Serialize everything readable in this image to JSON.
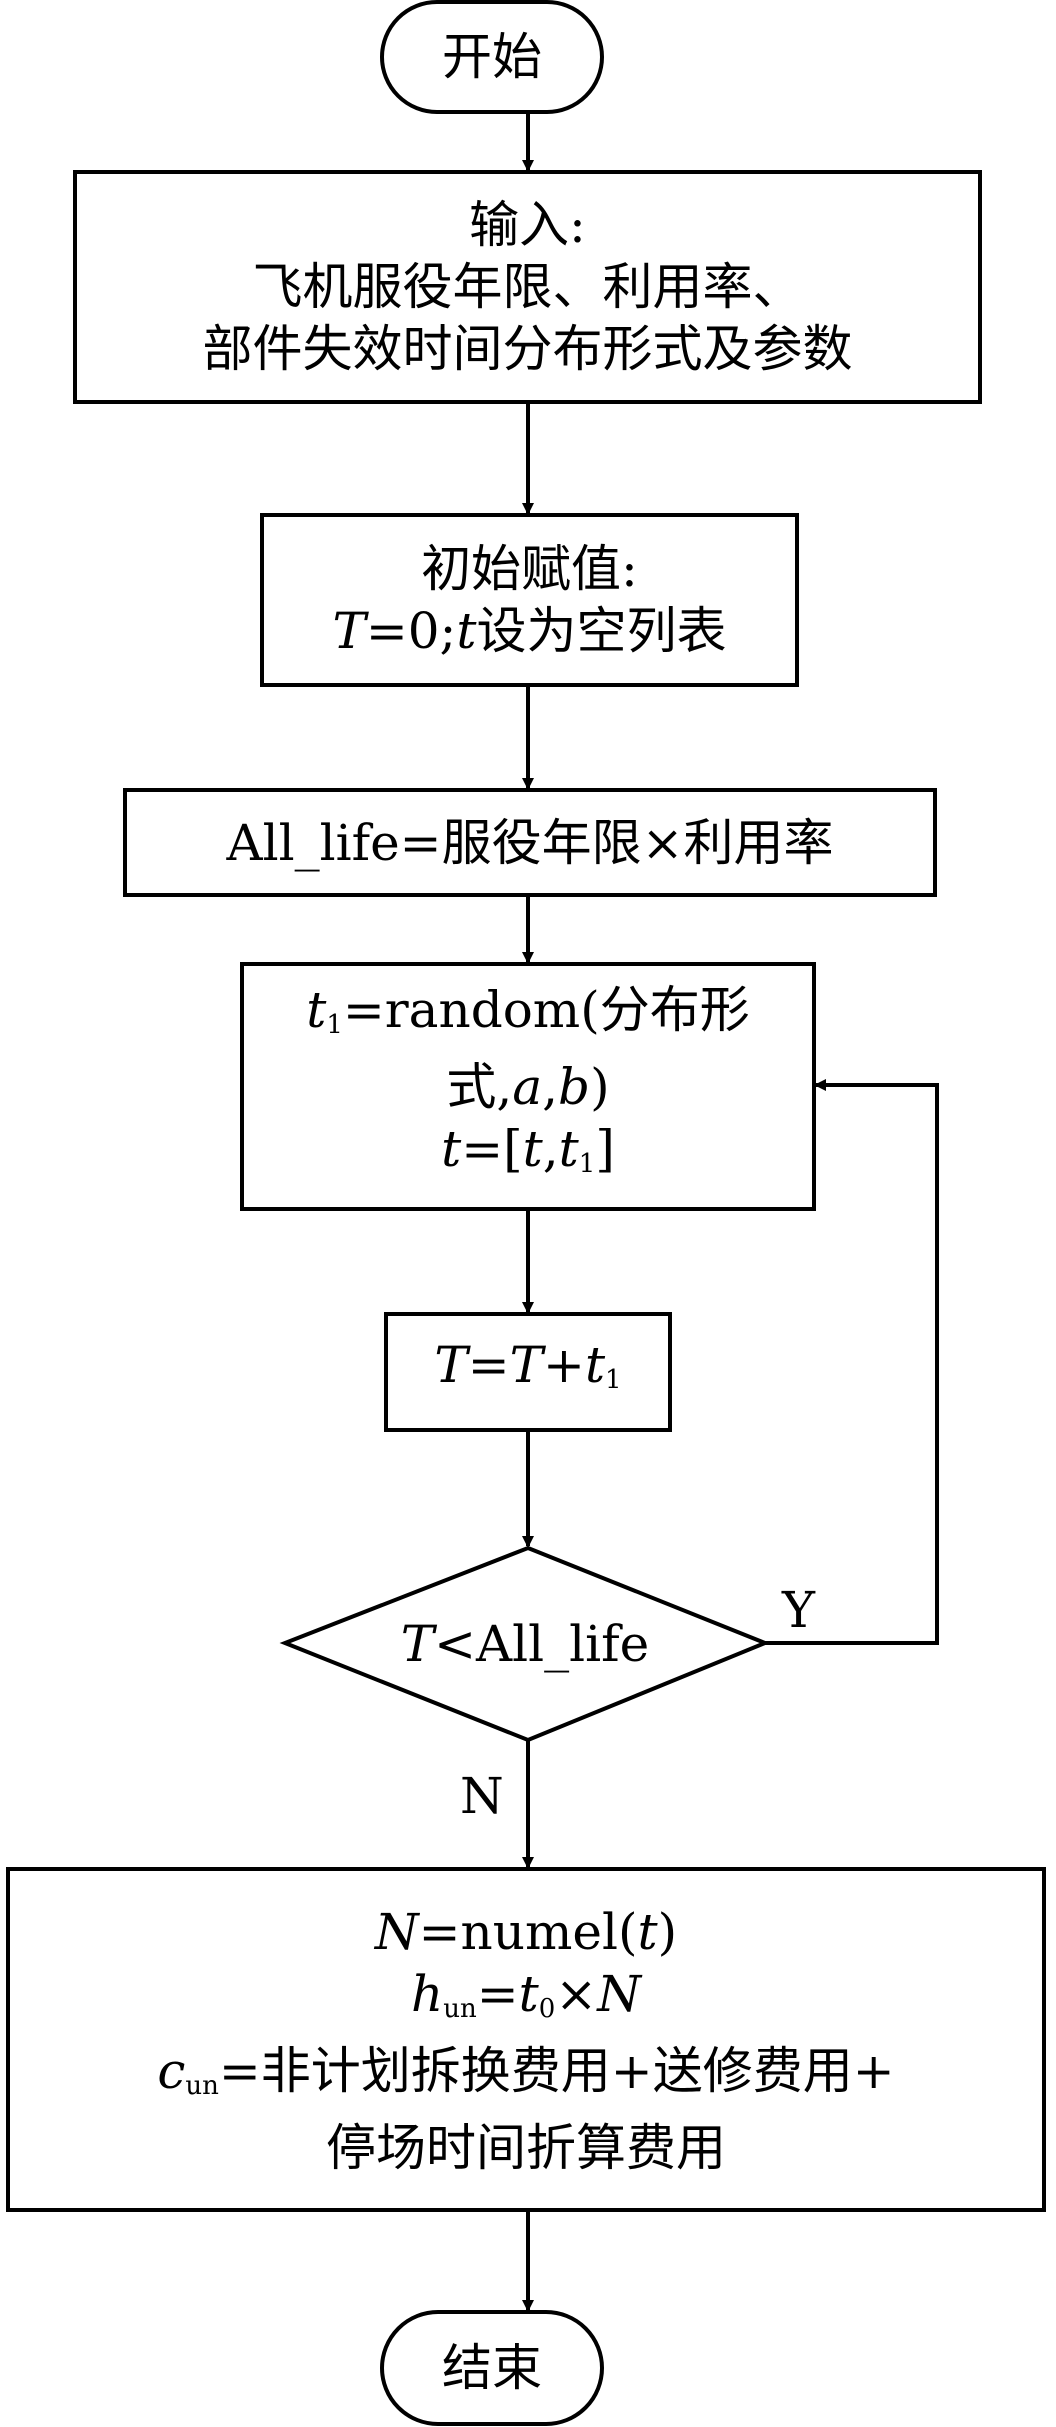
{
  "nodes": {
    "start": "开始",
    "input_line1": "输入:",
    "input_line2": "飞机服役年限、利用率、",
    "input_line3": "部件失效时间分布形式及参数",
    "init_line1": "初始赋值:",
    "init_t_eq": "=0;",
    "init_rest": "设为空列表",
    "all_life": "All_life=服役年限×利用率",
    "rand_prefix": "=random(分布形",
    "rand_line2": "式,",
    "rand_sep": ",",
    "rand_close": ")",
    "t_list_eq": "=[",
    "t_list_sep": ",",
    "t_list_close": "]",
    "sum_eq": "=",
    "sum_plus": "+",
    "cond_text": "<All_life",
    "res_numel": "=numel(",
    "res_numel_close": ")",
    "res_h_eq": "=",
    "res_times": "×",
    "res_c_eq": "=非计划拆换费用+送修费用+",
    "res_line4": "停场时间折算费用",
    "end": "结束"
  },
  "symbols": {
    "T": "T",
    "t": "t",
    "a": "a",
    "b": "b",
    "N": "N",
    "sub1": "1",
    "sub0": "0",
    "sub_un": "un",
    "h": "h",
    "c": "c"
  },
  "edge_labels": {
    "yes": "Y",
    "no": "N"
  },
  "colors": {
    "stroke": "#000000",
    "fill": "#ffffff"
  }
}
